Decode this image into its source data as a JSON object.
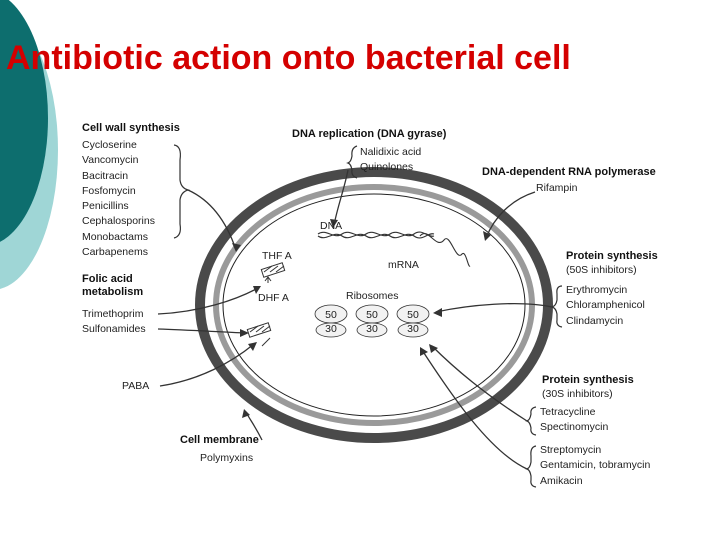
{
  "title": "Antibiotic action onto bacterial cell",
  "cell_wall": {
    "header": "Cell wall synthesis",
    "items": [
      "Cycloserine",
      "Vancomycin",
      "Bacitracin",
      "Fosfomycin",
      "Penicillins",
      "Cephalosporins",
      "Monobactams",
      "Carbapenems"
    ]
  },
  "dna_replication": {
    "header": "DNA replication (DNA gyrase)",
    "items": [
      "Nalidixic acid",
      "Quinolones"
    ]
  },
  "rna_polymerase": {
    "header": "DNA-dependent RNA polymerase",
    "items": [
      "Rifampin"
    ]
  },
  "protein_50s": {
    "header": "Protein synthesis",
    "subheader": "(50S inhibitors)",
    "items": [
      "Erythromycin",
      "Chloramphenicol",
      "Clindamycin"
    ]
  },
  "folic_acid": {
    "header_line1": "Folic acid",
    "header_line2": "metabolism",
    "items": [
      "Trimethoprim",
      "Sulfonamides"
    ]
  },
  "protein_30s": {
    "header": "Protein synthesis",
    "subheader": "(30S inhibitors)",
    "group1": [
      "Tetracycline",
      "Spectinomycin"
    ],
    "group2": [
      "Streptomycin",
      "Gentamicin, tobramycin",
      "Amikacin"
    ]
  },
  "cell_membrane": {
    "header": "Cell membrane",
    "items": [
      "Polymyxins"
    ]
  },
  "inner": {
    "dna": "DNA",
    "mrna": "mRNA",
    "thf": "THF A",
    "dhf": "DHF A",
    "paba": "PABA",
    "ribosomes": "Ribosomes",
    "ribosome_units": [
      {
        "large": "50",
        "small": "30"
      },
      {
        "large": "50",
        "small": "30"
      },
      {
        "large": "50",
        "small": "30"
      }
    ]
  },
  "colors": {
    "title": "#d40000",
    "teal_dark": "#0d6e6e",
    "teal_light": "#9fd6d6",
    "membrane_outer": "#4a4a4a",
    "membrane_inner": "#9a9a9a"
  }
}
